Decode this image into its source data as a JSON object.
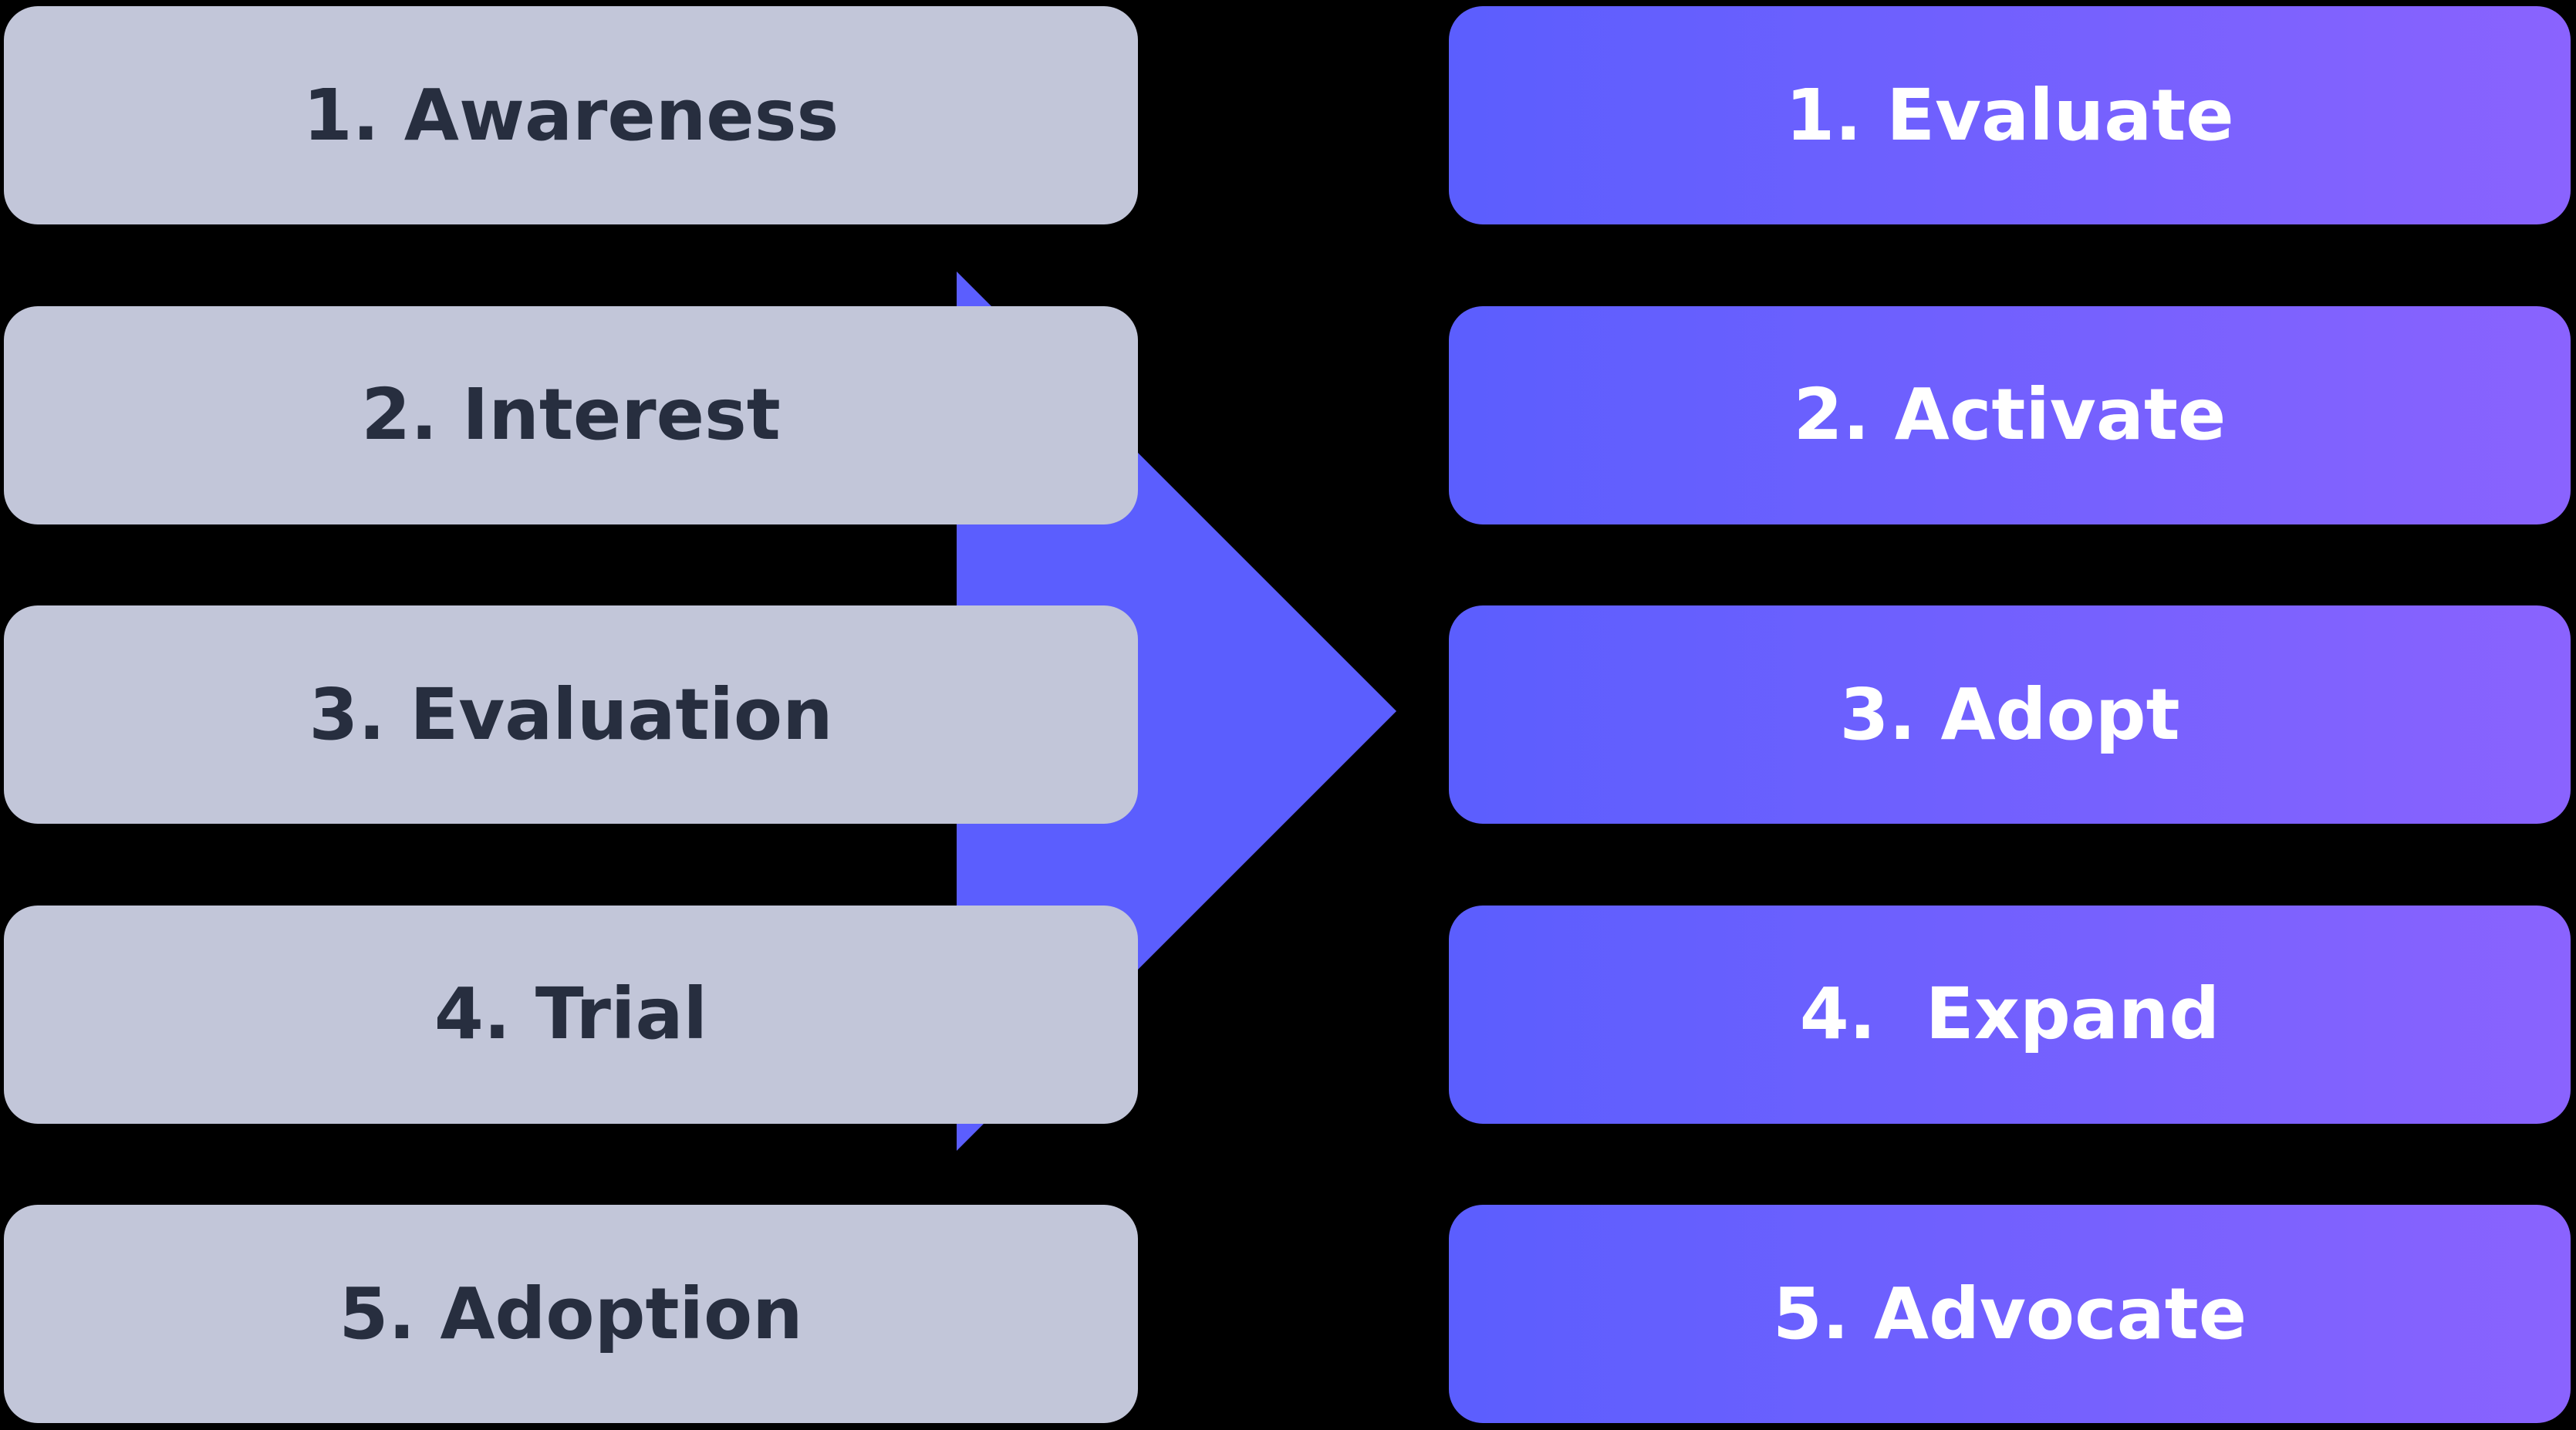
{
  "diagram": {
    "title_semantic": "funnel-stage-comparison",
    "background_color": "#000000",
    "arrow": {
      "name": "transition-arrow",
      "direction": "right",
      "color": "#5B5EFE"
    },
    "left_column": {
      "box_color": "#C2C6D9",
      "text_color": "#272E3F",
      "items": [
        {
          "label": "1. Awareness"
        },
        {
          "label": "2. Interest"
        },
        {
          "label": "3. Evaluation"
        },
        {
          "label": "4. Trial"
        },
        {
          "label": "5. Adoption"
        }
      ]
    },
    "right_column": {
      "gradient_start": "#5B5EFE",
      "gradient_end": "#8A63FE",
      "text_color": "#FFFFFF",
      "items": [
        {
          "label": "1. Evaluate"
        },
        {
          "label": "2. Activate"
        },
        {
          "label": "3. Adopt"
        },
        {
          "label": "4.  Expand"
        },
        {
          "label": "5. Advocate"
        }
      ]
    }
  }
}
